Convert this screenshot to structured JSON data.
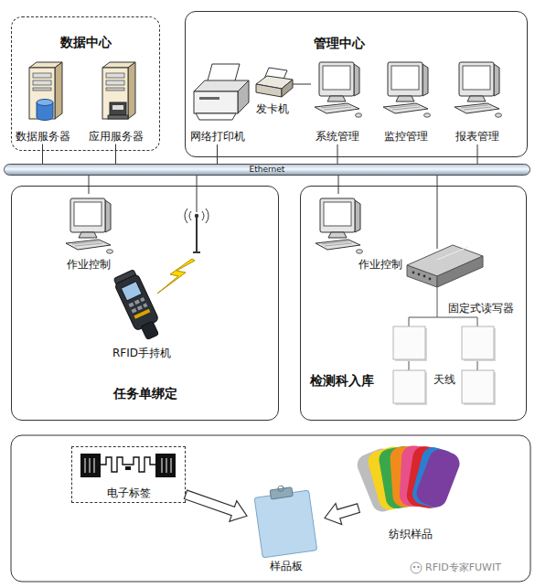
{
  "diagram": {
    "nodes": [
      {
        "text": [
          "数据中心"
        ]
      },
      {
        "text": [
          "数据服务器"
        ],
        "in": 0
      },
      {
        "text": [
          "应用服务器"
        ],
        "in": 0
      },
      {
        "text": [
          "管理中心"
        ]
      },
      {
        "text": [
          "网络打印机"
        ],
        "in": 3
      },
      {
        "text": [
          "发卡机"
        ],
        "in": 3
      },
      {
        "text": [
          "系统管理"
        ],
        "in": 3
      },
      {
        "text": [
          "监控管理"
        ],
        "in": 3
      },
      {
        "text": [
          "报表管理"
        ],
        "in": 3
      },
      {
        "text": [
          "Ethernet"
        ]
      },
      {
        "text": [
          "任务单绑定"
        ]
      },
      {
        "text": [
          "作业控制"
        ],
        "in": 10
      },
      {
        "text": [
          "RFID手持机"
        ],
        "in": 10
      },
      {
        "text": [
          "检测科入库"
        ]
      },
      {
        "text": [
          "作业控制"
        ],
        "in": 13
      },
      {
        "text": [
          "固定式读写器"
        ],
        "in": 13
      },
      {
        "text": [
          "电子标签"
        ]
      },
      {
        "text": [
          "纺织样品"
        ]
      },
      {
        "text": [
          "样品板"
        ]
      }
    ],
    "edges": [
      {
        "from": 1,
        "to": 9,
        "arrow": "none"
      },
      {
        "from": 2,
        "to": 9,
        "arrow": "none"
      },
      {
        "from": 4,
        "to": 9,
        "arrow": "none"
      },
      {
        "from": 5,
        "to": 6,
        "arrow": "none"
      },
      {
        "from": 6,
        "to": 9,
        "arrow": "none"
      },
      {
        "from": 8,
        "to": 9,
        "arrow": "none"
      },
      {
        "from": 11,
        "to": 9,
        "arrow": "none"
      },
      {
        "from": 14,
        "to": 9,
        "arrow": "none"
      },
      {
        "from": 15,
        "to": 9,
        "arrow": "none"
      },
      {
        "from": 16,
        "to": 18,
        "arrow": "to"
      },
      {
        "from": 17,
        "to": 18,
        "arrow": "to"
      }
    ],
    "labels": [
      "天线",
      "RFID专家FUWIT"
    ]
  }
}
